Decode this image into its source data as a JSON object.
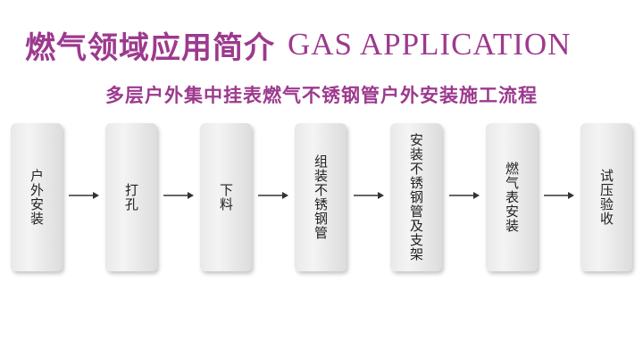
{
  "header": {
    "title_cn": "燃气领域应用简介",
    "title_en": "GAS APPLICATION",
    "accent_color": "#9c3a8e"
  },
  "subtitle": "多层户外集中挂表燃气不锈钢管户外安装施工流程",
  "flow": {
    "steps": [
      {
        "label": "户外安装"
      },
      {
        "label": "打孔"
      },
      {
        "label": "下料"
      },
      {
        "label": "组装不锈钢管"
      },
      {
        "label": "安装不锈钢管及支架"
      },
      {
        "label": "燃气表安装"
      },
      {
        "label": "试压验收"
      }
    ],
    "connector_icon": "right-arrow-icon"
  }
}
